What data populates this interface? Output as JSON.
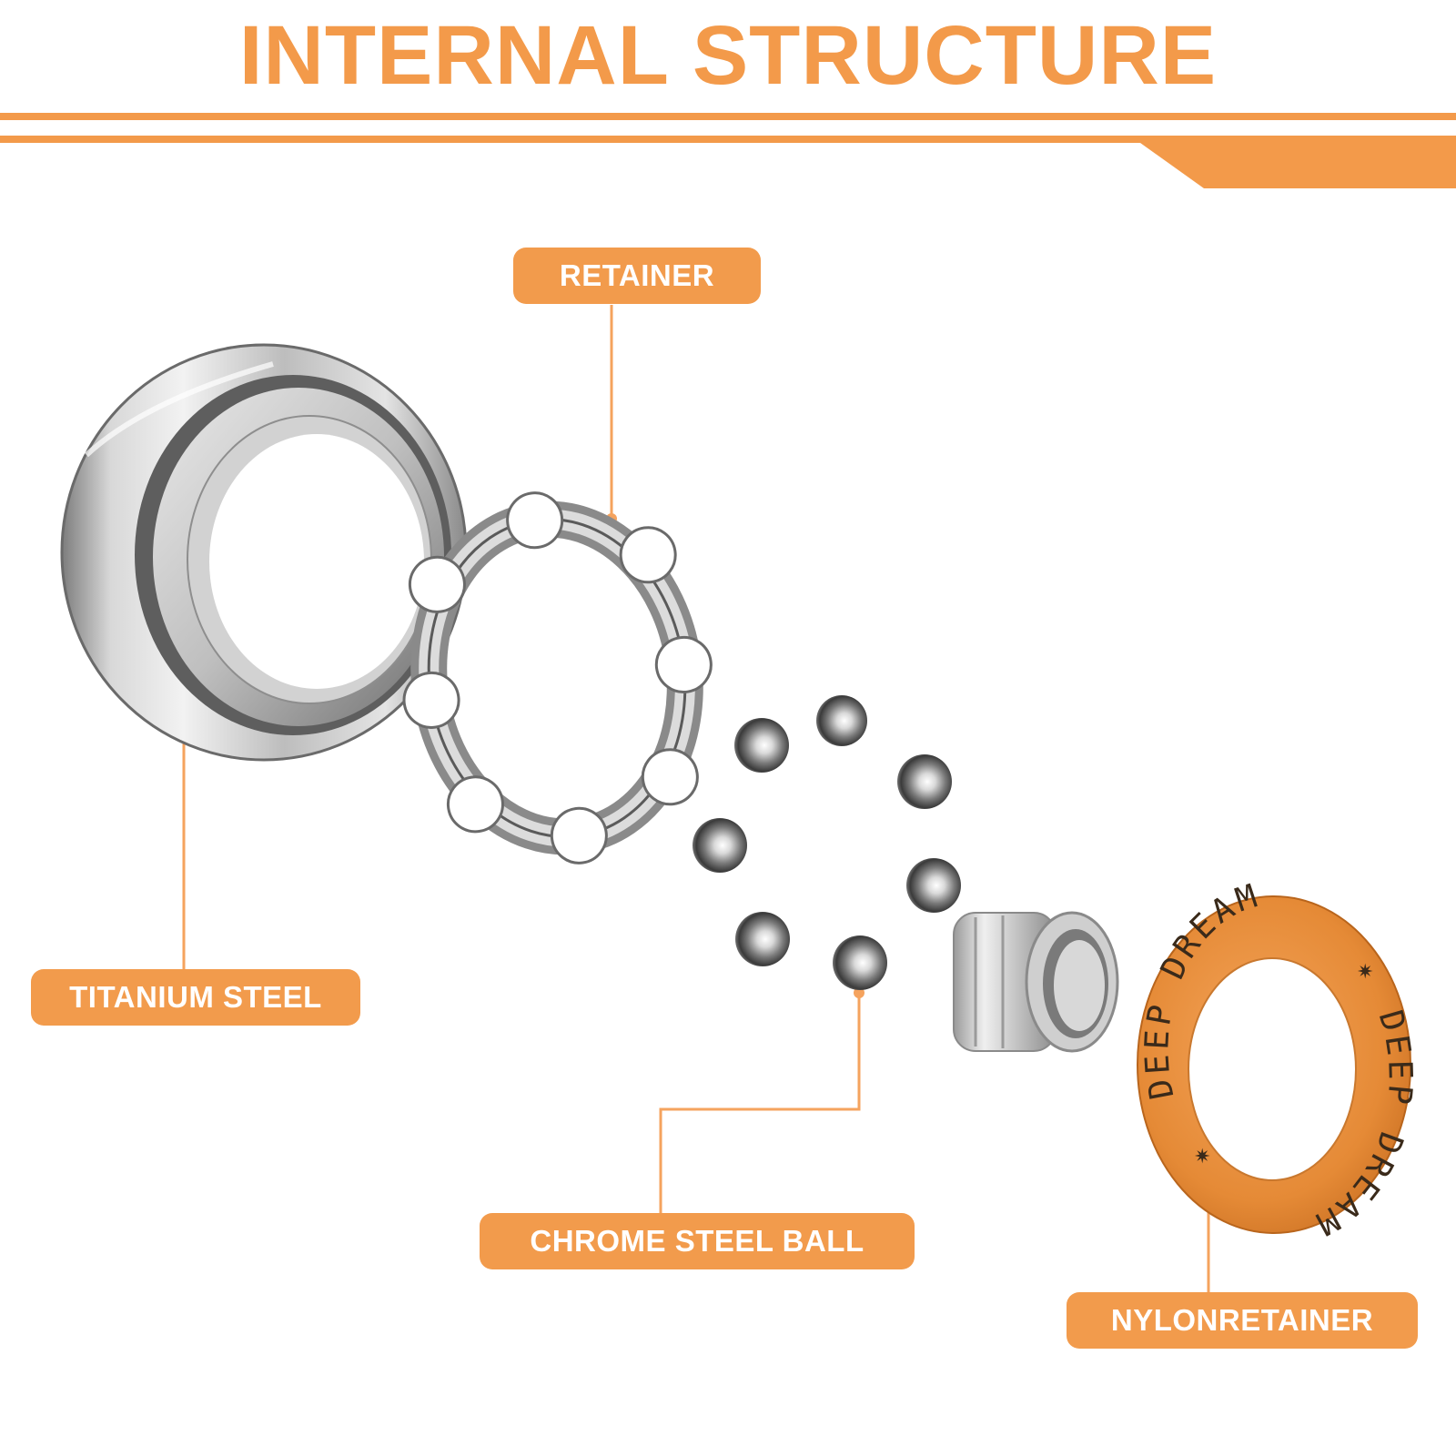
{
  "title": "INTERNAL STRUCTURE",
  "colors": {
    "accent": "#f39a4a",
    "label_bg": "#f29b4c",
    "steel_light": "#e6e6e6",
    "steel_mid": "#a9a9a9",
    "steel_dark": "#555555",
    "nylon": "#e0893a",
    "nylon_text": "#3a2a1a"
  },
  "labels": {
    "retainer": "RETAINER",
    "titanium_steel": "TITANIUM STEEL",
    "chrome_steel_ball": "CHROME STEEL BALL",
    "nylon_retainer": "NYLONRETAINER"
  },
  "nylon_ring_text": {
    "top_arc": "DEEP DREAM",
    "right_arc": "DEEP DREAM"
  },
  "icons": {
    "outer_ring": "outer-ring-icon",
    "cage": "retainer-cage-icon",
    "ball": "steel-ball-icon",
    "inner_ring": "inner-ring-icon",
    "nylon_ring": "nylon-ring-icon"
  }
}
